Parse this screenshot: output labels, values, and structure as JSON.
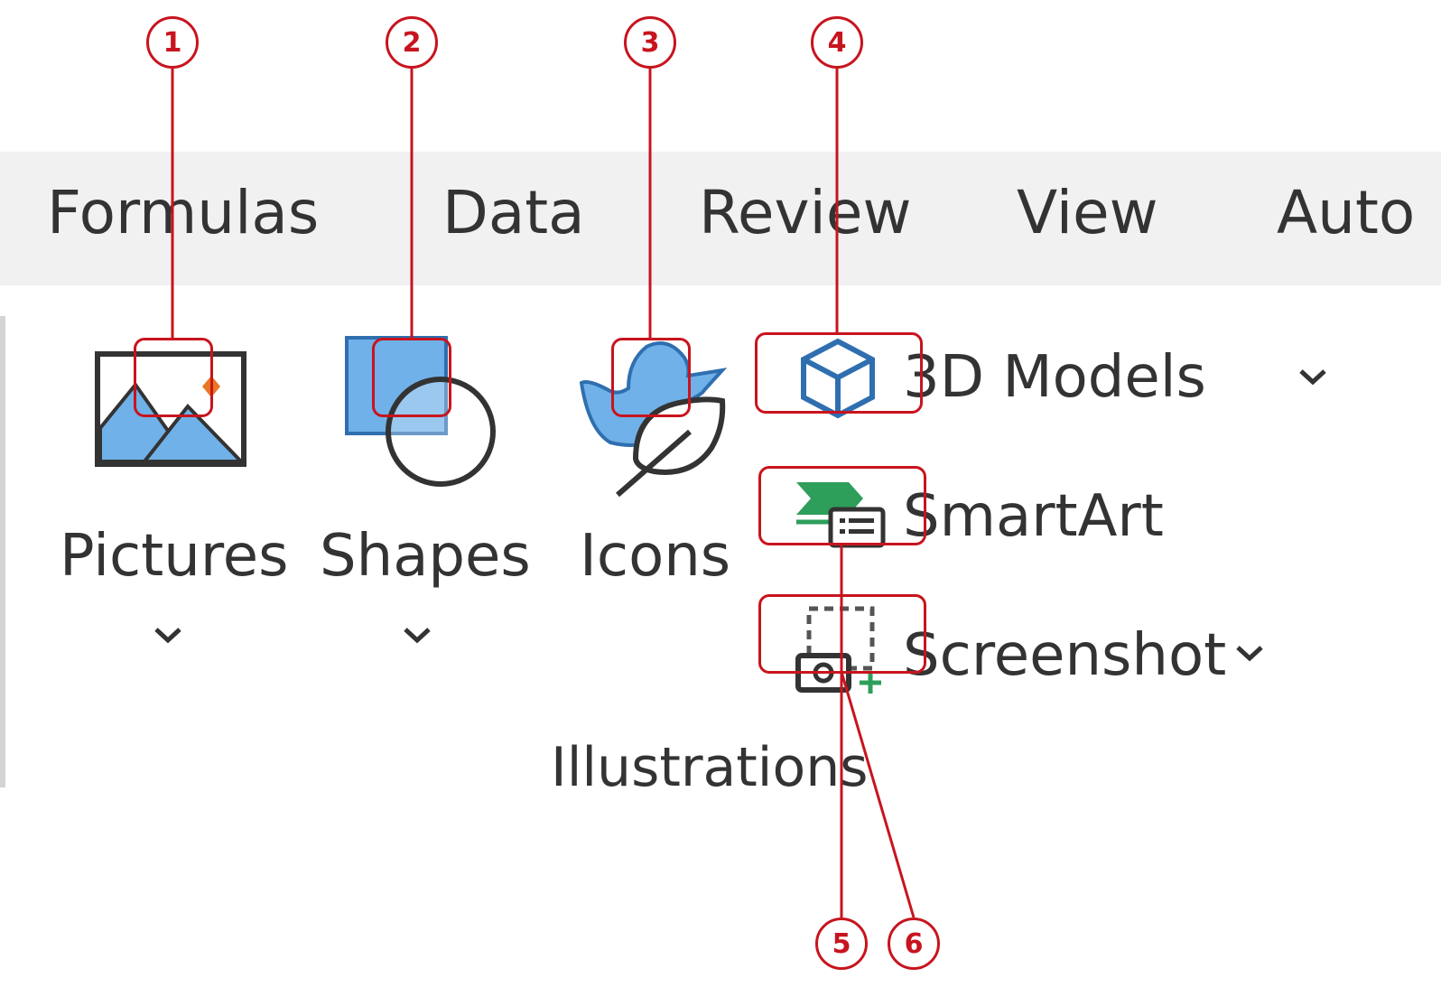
{
  "tabs": [
    "Formulas",
    "Data",
    "Review",
    "View",
    "Auto"
  ],
  "buttons": {
    "pictures": "Pictures",
    "shapes": "Shapes",
    "icons": "Icons",
    "models_3d": "3D Models",
    "smartart": "SmartArt",
    "screenshot": "Screenshot"
  },
  "group_label": "Illustrations",
  "callouts": [
    "1",
    "2",
    "3",
    "4",
    "5",
    "6"
  ],
  "colors": {
    "tab_bar": "#f1f1f1",
    "icon_blue": "#4a90d9",
    "icon_fill": "#6fb1e8",
    "smartart_green": "#2e9e5b",
    "annotation_red": "#c8141e",
    "text": "#333333"
  },
  "icons": {
    "pictures": "picture-icon",
    "shapes": "shapes-icon",
    "icons": "icons-duck-leaf-icon",
    "models_3d": "cube-3d-icon",
    "smartart": "smartart-icon",
    "screenshot": "screenshot-camera-icon",
    "chevron": "chevron-down-icon"
  }
}
